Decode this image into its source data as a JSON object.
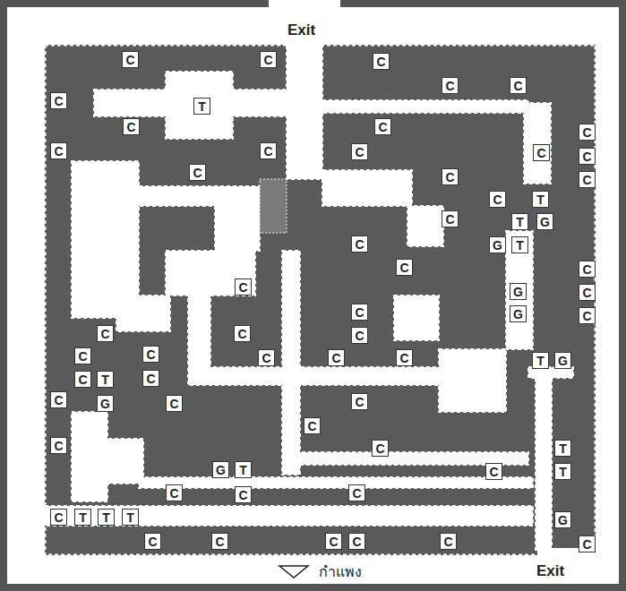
{
  "diagram": {
    "nodes": [
      {
        "text": [
          "C"
        ]
      },
      {
        "text": [
          "C"
        ]
      },
      {
        "text": [
          "C"
        ]
      },
      {
        "text": [
          "C"
        ]
      },
      {
        "text": [
          "C"
        ]
      },
      {
        "text": [
          "C"
        ]
      },
      {
        "text": [
          "T"
        ]
      },
      {
        "text": [
          "C"
        ]
      },
      {
        "text": [
          "C"
        ]
      },
      {
        "text": [
          "C"
        ]
      },
      {
        "text": [
          "C"
        ]
      },
      {
        "text": [
          "C"
        ]
      },
      {
        "text": [
          "C"
        ]
      },
      {
        "text": [
          "C"
        ]
      },
      {
        "text": [
          "C"
        ]
      },
      {
        "text": [
          "C"
        ]
      },
      {
        "text": [
          "C"
        ]
      },
      {
        "text": [
          "C"
        ]
      },
      {
        "text": [
          "C"
        ]
      },
      {
        "text": [
          "T"
        ]
      },
      {
        "text": [
          "C"
        ]
      },
      {
        "text": [
          "T"
        ]
      },
      {
        "text": [
          "G"
        ]
      },
      {
        "text": [
          "C"
        ]
      },
      {
        "text": [
          "G"
        ]
      },
      {
        "text": [
          "T"
        ]
      },
      {
        "text": [
          "C"
        ]
      },
      {
        "text": [
          "C"
        ]
      },
      {
        "text": [
          "C"
        ]
      },
      {
        "text": [
          "G"
        ]
      },
      {
        "text": [
          "C"
        ]
      },
      {
        "text": [
          "C"
        ]
      },
      {
        "text": [
          "G"
        ]
      },
      {
        "text": [
          "C"
        ]
      },
      {
        "text": [
          "C"
        ]
      },
      {
        "text": [
          "C"
        ]
      },
      {
        "text": [
          "C"
        ]
      },
      {
        "text": [
          "C"
        ]
      },
      {
        "text": [
          "C"
        ]
      },
      {
        "text": [
          "C"
        ]
      },
      {
        "text": [
          "C"
        ]
      },
      {
        "text": [
          "C"
        ]
      },
      {
        "text": [
          "T"
        ]
      },
      {
        "text": [
          "G"
        ]
      },
      {
        "text": [
          "C"
        ]
      },
      {
        "text": [
          "T"
        ]
      },
      {
        "text": [
          "C"
        ]
      },
      {
        "text": [
          "C"
        ]
      },
      {
        "text": [
          "G"
        ]
      },
      {
        "text": [
          "C"
        ]
      },
      {
        "text": [
          "C"
        ]
      },
      {
        "text": [
          "C"
        ]
      },
      {
        "text": [
          "C"
        ]
      },
      {
        "text": [
          "C"
        ]
      },
      {
        "text": [
          "T"
        ]
      },
      {
        "text": [
          "G"
        ]
      },
      {
        "text": [
          "T"
        ]
      },
      {
        "text": [
          "C"
        ]
      },
      {
        "text": [
          "T"
        ]
      },
      {
        "text": [
          "C"
        ]
      },
      {
        "text": [
          "C"
        ]
      },
      {
        "text": [
          "C"
        ]
      },
      {
        "text": [
          "C"
        ]
      },
      {
        "text": [
          "T"
        ]
      },
      {
        "text": [
          "T"
        ]
      },
      {
        "text": [
          "T"
        ]
      },
      {
        "text": [
          "G"
        ]
      },
      {
        "text": [
          "C"
        ]
      },
      {
        "text": [
          "C"
        ]
      },
      {
        "text": [
          "C"
        ]
      },
      {
        "text": [
          "C"
        ]
      },
      {
        "text": [
          "C"
        ]
      },
      {
        "text": [
          "C"
        ]
      }
    ],
    "labels": [
      "Exit",
      "Exit",
      "กำแพง"
    ]
  }
}
